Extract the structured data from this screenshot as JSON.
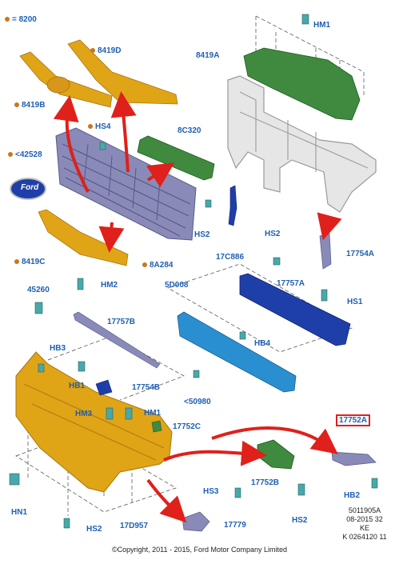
{
  "labels": {
    "p8200": "= 8200",
    "hm1_top": "HM1",
    "p8419D": "8419D",
    "p8419A": "8419A",
    "p8419B": "8419B",
    "hs4": "HS4",
    "p8C320": "8C320",
    "p42528": "<42528",
    "hs2_left": "HS2",
    "p17C886": "17C886",
    "hs2_mid": "HS2",
    "p17754A": "17754A",
    "p8419C": "8419C",
    "p8A284": "8A284",
    "p45260": "45260",
    "hm2": "HM2",
    "p5D008": "5D008",
    "p17757A": "17757A",
    "hs1": "HS1",
    "p17757B": "17757B",
    "hb3": "HB3",
    "hb4": "HB4",
    "hb1": "HB1",
    "p17754B": "17754B",
    "p50980": "<50980",
    "hm3": "HM3",
    "hm1_low": "HM1",
    "p17752C": "17752C",
    "p17752A": "17752A",
    "p17752B": "17752B",
    "hs3": "HS3",
    "hb2": "HB2",
    "hn1": "HN1",
    "hs2_bot_left": "HS2",
    "p17D957": "17D957",
    "p17779": "17779",
    "hs2_bot_right": "HS2"
  },
  "reference": {
    "line1": "5011905A",
    "line2": "08-2015 32",
    "line3": "KE",
    "line4": "K 0264120 11"
  },
  "copyright": "©Copyright, 2011 - 2015, Ford Motor Company Limited",
  "logo_text": "Ford",
  "colors": {
    "orange": "#e0a417",
    "green": "#3f8a3f",
    "blue_dark": "#1f3fa8",
    "blue_light": "#2a8fd0",
    "grey": "#b8b8b8",
    "purple": "#7a7aa8",
    "arrow_red": "#e0201a",
    "label_blue": "#1f5fb4",
    "dot_orange": "#c8781c"
  }
}
